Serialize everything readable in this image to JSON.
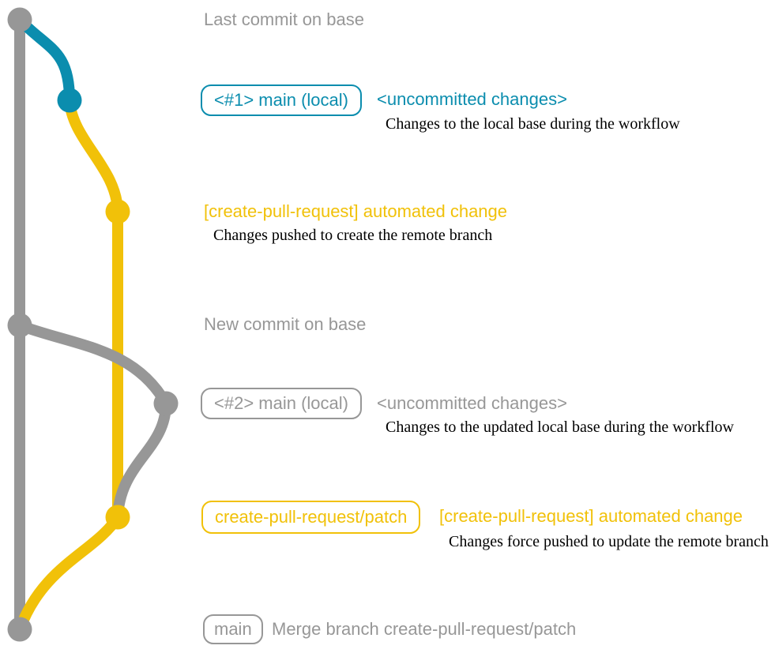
{
  "colors": {
    "gray": "#979797",
    "blue": "#0b8dae",
    "yellow": "#f1c109",
    "note_text": "#000000",
    "background": "#ffffff"
  },
  "labels": {
    "last_commit": "Last commit on base",
    "branch1_box": "<#1> main (local)",
    "uncommitted_1": "<uncommitted changes>",
    "note_1": "Changes to the local base during the workflow",
    "automated_1": "[create-pull-request] automated change",
    "note_2": "Changes pushed to create the remote branch",
    "new_commit": "New commit on base",
    "branch2_box": "<#2> main (local)",
    "uncommitted_2": "<uncommitted changes>",
    "note_3": "Changes to the updated local base during the workflow",
    "patch_box": "create-pull-request/patch",
    "automated_2": "[create-pull-request] automated change",
    "note_4": "Changes force pushed to update the remote branch",
    "main_box": "main",
    "merge_msg": "Merge branch create-pull-request/patch"
  }
}
